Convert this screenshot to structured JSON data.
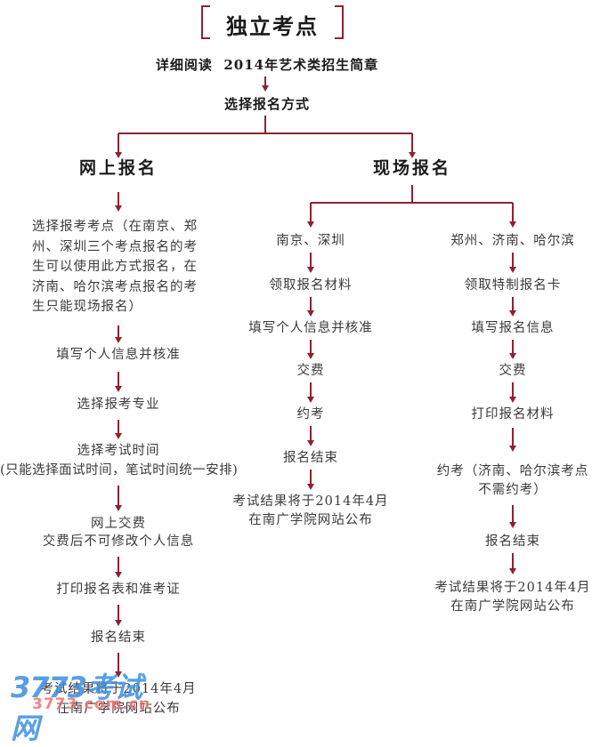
{
  "title": "独立考点",
  "colors": {
    "accent": "#8b2332",
    "text": "#3a3a3a",
    "heading": "#1a1a1a",
    "watermark_main": "#3a8fe0",
    "watermark_sub": "#f07070"
  },
  "steps": {
    "read": "详细阅读  2014年艺术类招生简章",
    "choose_method": "选择报名方式"
  },
  "online": {
    "heading": "网上报名",
    "steps": [
      "选择报考考点（在南京、郑州、深圳三个考点报名的考生可以使用此方式报名，在济南、哈尔滨考点报名的考生只能现场报名）",
      "填写个人信息并核准",
      "选择报考专业",
      "选择考试时间",
      "(只能选择面试时间，笔试时间统一安排)",
      "网上交费",
      "交费后不可修改个人信息",
      "打印报名表和准考证",
      "报名结束",
      "考试结果将于2014年4月",
      "在南广学院网站公布"
    ]
  },
  "onsite": {
    "heading": "现场报名",
    "branch_a": {
      "steps": [
        "南京、深圳",
        "领取报名材料",
        "填写个人信息并核准",
        "交费",
        "约考",
        "报名结束",
        "考试结果将于2014年4月",
        "在南广学院网站公布"
      ]
    },
    "branch_b": {
      "steps": [
        "郑州、济南、哈尔滨",
        "领取特制报名卡",
        "填写报名信息",
        "交费",
        "打印报名材料",
        "约考（济南、哈尔滨考点",
        "不需约考）",
        "报名结束",
        "考试结果将于2014年4月",
        "在南广学院网站公布"
      ]
    }
  },
  "watermark": {
    "main": "3773考试网",
    "sub": "3773.com.cn"
  }
}
